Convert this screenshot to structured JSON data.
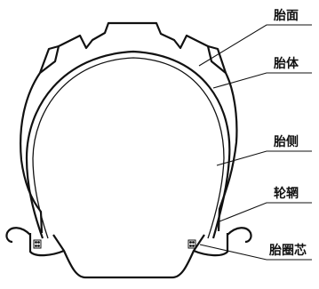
{
  "labels": {
    "tread": "胎面",
    "carcass": "胎体",
    "sidewall": "胎侧",
    "rim": "轮辋",
    "bead_core": "胎圈芯"
  },
  "colors": {
    "ink": "#111111",
    "background": "#ffffff"
  }
}
